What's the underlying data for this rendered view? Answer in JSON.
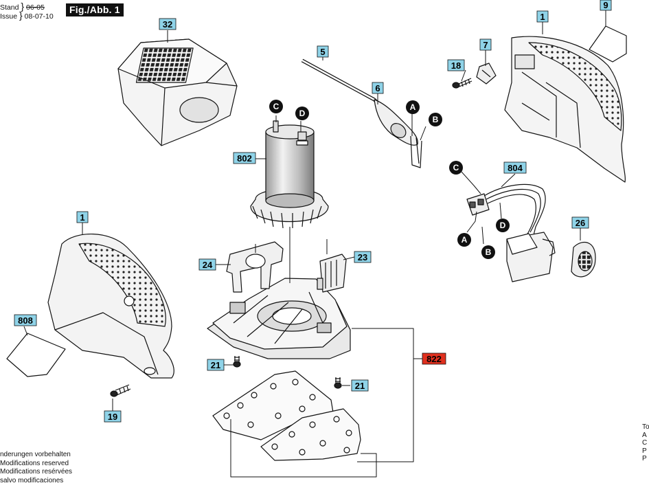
{
  "header": {
    "stand_label": "Stand",
    "issue_label": "Issue",
    "old_date": "06-05",
    "new_date": "08-07-10",
    "figure_label": "Fig./Abb. 1"
  },
  "callouts": {
    "p32": "32",
    "p5": "5",
    "p6": "6",
    "p1_top": "1",
    "p9": "9",
    "p7": "7",
    "p18": "18",
    "p802": "802",
    "p804": "804",
    "p26": "26",
    "p1_left": "1",
    "p24": "24",
    "p23": "23",
    "p808": "808",
    "p21_left": "21",
    "p21_right": "21",
    "p822": "822",
    "p19": "19"
  },
  "connectors": {
    "c_motor": "C",
    "d_motor": "D",
    "a_cable": "A",
    "b_cable": "B",
    "c_switch": "C",
    "d_switch": "D",
    "a_switch": "A",
    "b_switch": "B"
  },
  "notes_left": [
    "nderungen vorbehalten",
    "Modifications reserved",
    "Modifications resérvées",
    "salvo modificaciones"
  ],
  "notes_right": [
    "To",
    "A",
    "C",
    "P",
    "P"
  ],
  "colors": {
    "callout_fill": "#8fd3e8",
    "highlight_fill": "#e0301e",
    "line": "#111111"
  }
}
